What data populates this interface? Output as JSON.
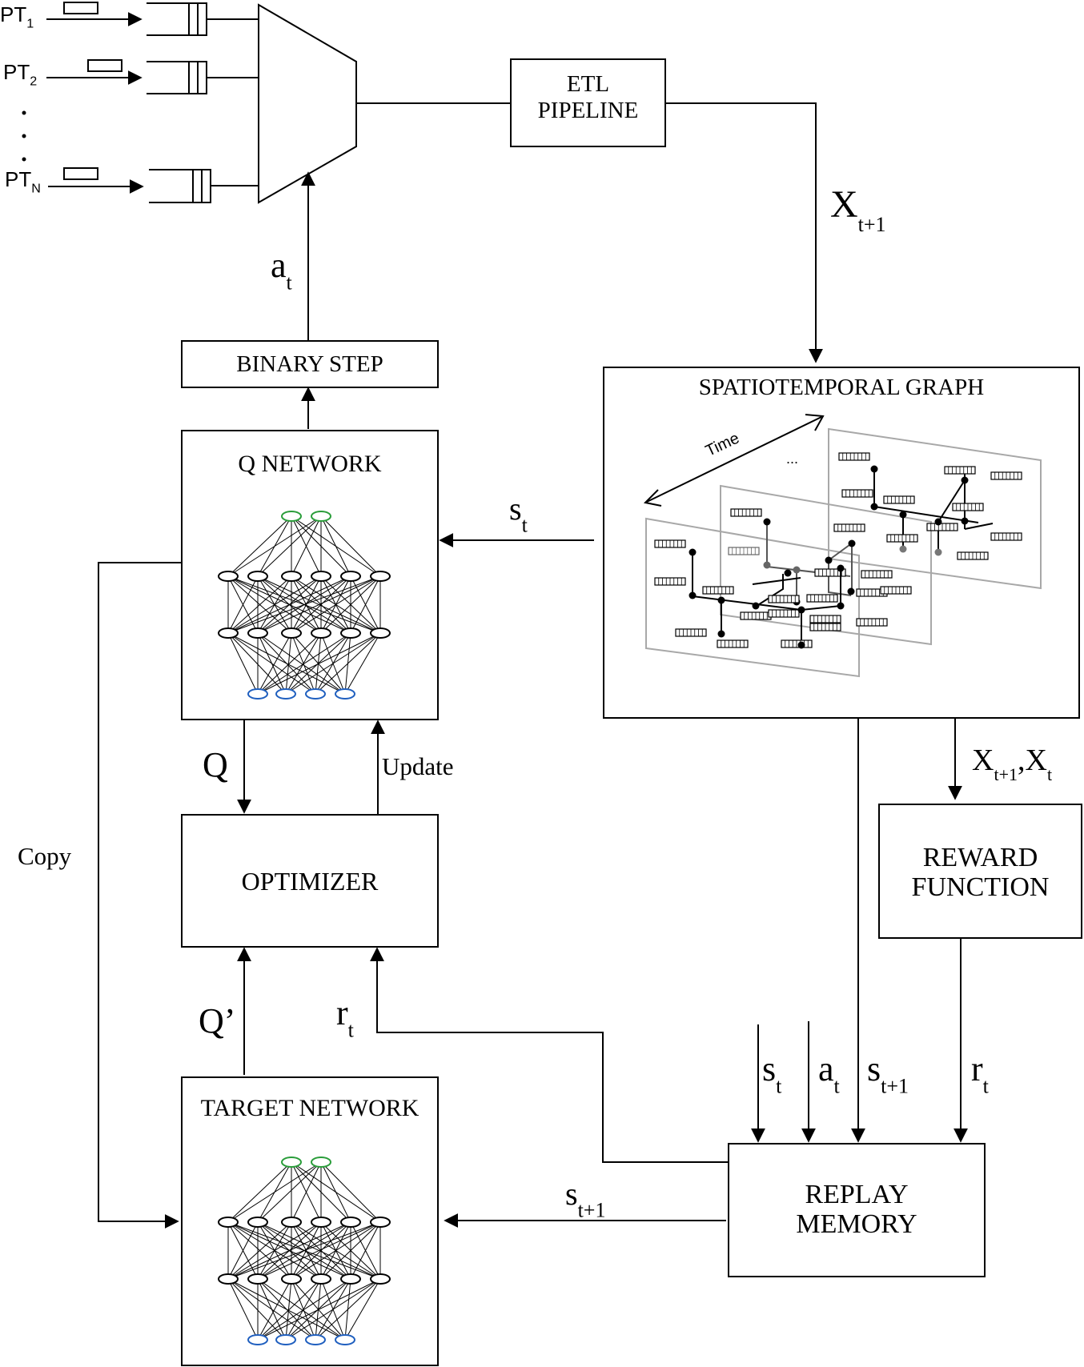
{
  "inputs": {
    "pt1": {
      "main": "PT",
      "sub": "1"
    },
    "pt2": {
      "main": "PT",
      "sub": "2"
    },
    "ptn": {
      "main": "PT",
      "sub": "N"
    }
  },
  "blocks": {
    "etl_line1": "ETL",
    "etl_line2": "PIPELINE",
    "binary_step": "BINARY STEP",
    "q_network": "Q NETWORK",
    "spatiotemporal_graph": "SPATIOTEMPORAL GRAPH",
    "optimizer": "OPTIMIZER",
    "reward_line1": "REWARD",
    "reward_line2": "FUNCTION",
    "target_network": "TARGET NETWORK",
    "replay_line1": "REPLAY",
    "replay_line2": "MEMORY"
  },
  "graph_inset": {
    "axis_label": "Time",
    "ellipsis": "..."
  },
  "edges": {
    "x_next": {
      "main": "X",
      "sub": "t+1"
    },
    "a_t": {
      "main": "a",
      "sub": "t"
    },
    "s_t": {
      "main": "s",
      "sub": "t"
    },
    "q": "Q",
    "update": "Update",
    "copy": "Copy",
    "x_pair": {
      "main1": "X",
      "sub1": "t+1",
      "sep": ",",
      "main2": "X",
      "sub2": "t"
    },
    "q_prime": "Q’",
    "r_t": {
      "main": "r",
      "sub": "t"
    },
    "replay_s_t": {
      "main": "s",
      "sub": "t"
    },
    "replay_a_t": {
      "main": "a",
      "sub": "t"
    },
    "replay_s_next": {
      "main": "s",
      "sub": "t+1"
    },
    "replay_r_t": {
      "main": "r",
      "sub": "t"
    },
    "s_next": {
      "main": "s",
      "sub": "t+1"
    }
  },
  "colors": {
    "line": "#000000",
    "output_node": "#2a9d3a",
    "input_node": "#1f5fbf",
    "graph_frame": "#a8a8a8",
    "graph_node_faded": "#777777"
  }
}
